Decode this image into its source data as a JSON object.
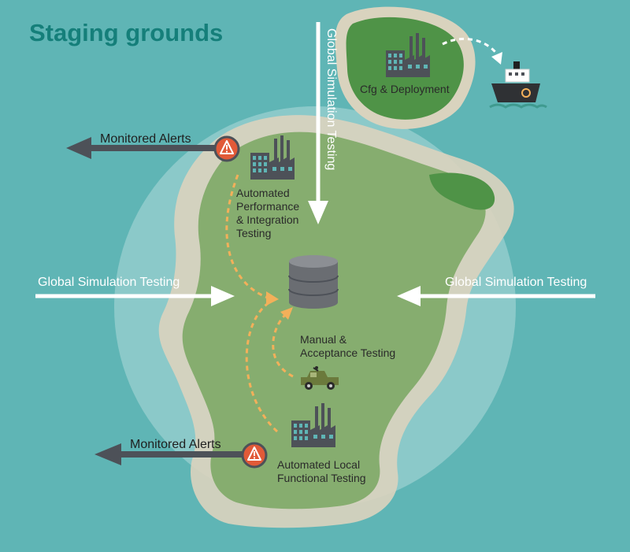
{
  "title": "Staging grounds",
  "vertical_label": "Global Simulation Testing",
  "left_label": "Global Simulation Testing",
  "right_label": "Global Simulation Testing",
  "alerts": {
    "top": "Monitored Alerts",
    "bottom": "Monitored Alerts"
  },
  "deploy_label": "Cfg & Deployment",
  "perf_label": [
    "Automated",
    "Performance",
    "& Integration",
    "Testing"
  ],
  "manual_label": [
    "Manual &",
    "Acceptance Testing"
  ],
  "local_label": [
    "Automated Local",
    "Functional Testing"
  ],
  "colors": {
    "sea": "#5fb5b5",
    "island_green": "#86ad6f",
    "dark_green": "#4f9347",
    "sand": "#d9d3be",
    "alert_red": "#e15a38",
    "path_orange": "#f3b05a",
    "arrow_gray": "#4d5158"
  }
}
